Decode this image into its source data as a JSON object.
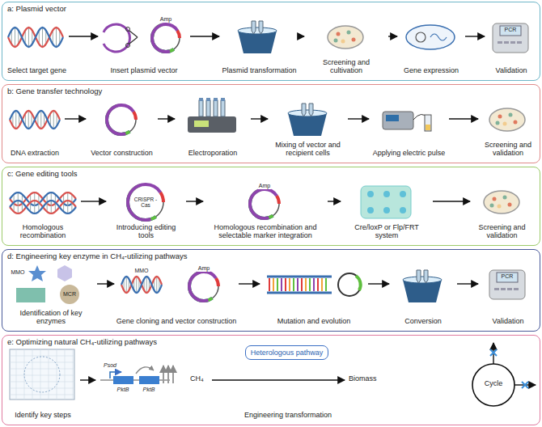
{
  "diagram": {
    "nodes": [
      {
        "text": [
          "a: Plasmid vector"
        ]
      },
      {
        "text": [
          "Select target gene"
        ],
        "in": 0
      },
      {
        "text": [
          "Insert plasmid vector"
        ],
        "in": 0
      },
      {
        "text": [
          "Plasmid transformation"
        ],
        "in": 0
      },
      {
        "text": [
          "Screening and cultivation"
        ],
        "in": 0
      },
      {
        "text": [
          "Gene expression"
        ],
        "in": 0
      },
      {
        "text": [
          "Validation"
        ],
        "in": 0
      },
      {
        "text": [
          "b: Gene transfer technology"
        ]
      },
      {
        "text": [
          "DNA extraction"
        ],
        "in": 7
      },
      {
        "text": [
          "Vector construction"
        ],
        "in": 7
      },
      {
        "text": [
          "Electroporation"
        ],
        "in": 7
      },
      {
        "text": [
          "Mixing of vector and recipient cells"
        ],
        "in": 7
      },
      {
        "text": [
          "Applying electric pulse"
        ],
        "in": 7
      },
      {
        "text": [
          "Screening and validation"
        ],
        "in": 7
      },
      {
        "text": [
          "c: Gene editing tools"
        ]
      },
      {
        "text": [
          "Homologous recombination"
        ],
        "in": 14
      },
      {
        "text": [
          "Introducing editing tools"
        ],
        "in": 14
      },
      {
        "text": [
          "Homologous recombination and selectable marker integration"
        ],
        "in": 14
      },
      {
        "text": [
          "Cre/loxP or Flp/FRT system"
        ],
        "in": 14
      },
      {
        "text": [
          "Screening and validation"
        ],
        "in": 14
      },
      {
        "text": [
          "d: Engineering key enzyme in CH₄-utilizing pathways"
        ]
      },
      {
        "text": [
          "Identification of key enzymes"
        ],
        "in": 20
      },
      {
        "text": [
          "Gene cloning and vector construction"
        ],
        "in": 20
      },
      {
        "text": [
          "Mutation and evolution"
        ],
        "in": 20
      },
      {
        "text": [
          "Conversion"
        ],
        "in": 20
      },
      {
        "text": [
          "Validation"
        ],
        "in": 20
      },
      {
        "text": [
          "e: Optimizing natural CH₄-utilizing pathways"
        ]
      },
      {
        "text": [
          "Identify key steps"
        ],
        "in": 26
      },
      {
        "text": [
          "Heterologous pathway"
        ],
        "in": 26
      },
      {
        "text": [
          "Engineering transformation"
        ],
        "in": 26
      },
      {
        "text": [
          "Cycle"
        ],
        "in": 26
      }
    ],
    "edges": [
      {
        "from": 1,
        "to": 2,
        "arrow": "to"
      },
      {
        "from": 2,
        "to": 3,
        "arrow": "to"
      },
      {
        "from": 3,
        "to": 4,
        "arrow": "to"
      },
      {
        "from": 4,
        "to": 5,
        "arrow": "to"
      },
      {
        "from": 5,
        "to": 6,
        "arrow": "to"
      },
      {
        "from": 8,
        "to": 9,
        "arrow": "to"
      },
      {
        "from": 9,
        "to": 10,
        "arrow": "to"
      },
      {
        "from": 10,
        "to": 11,
        "arrow": "to"
      },
      {
        "from": 11,
        "to": 12,
        "arrow": "to"
      },
      {
        "from": 12,
        "to": 13,
        "arrow": "to"
      },
      {
        "from": 15,
        "to": 16,
        "arrow": "to"
      },
      {
        "from": 16,
        "to": 17,
        "arrow": "to"
      },
      {
        "from": 17,
        "to": 18,
        "arrow": "to"
      },
      {
        "from": 18,
        "to": 19,
        "arrow": "to"
      },
      {
        "from": 21,
        "to": 22,
        "arrow": "to"
      },
      {
        "from": 22,
        "to": 23,
        "arrow": "to"
      },
      {
        "from": 23,
        "to": 24,
        "arrow": "to"
      },
      {
        "from": 24,
        "to": 25,
        "arrow": "to"
      }
    ],
    "labels": [
      "Amp",
      "PCR",
      "CRISPR -Cas",
      "Amp",
      "MMO",
      "MCR",
      "MMO",
      "Amp",
      "PCR",
      "Psod",
      "PktB",
      "PktB",
      "CH₄",
      "Biomass"
    ]
  }
}
